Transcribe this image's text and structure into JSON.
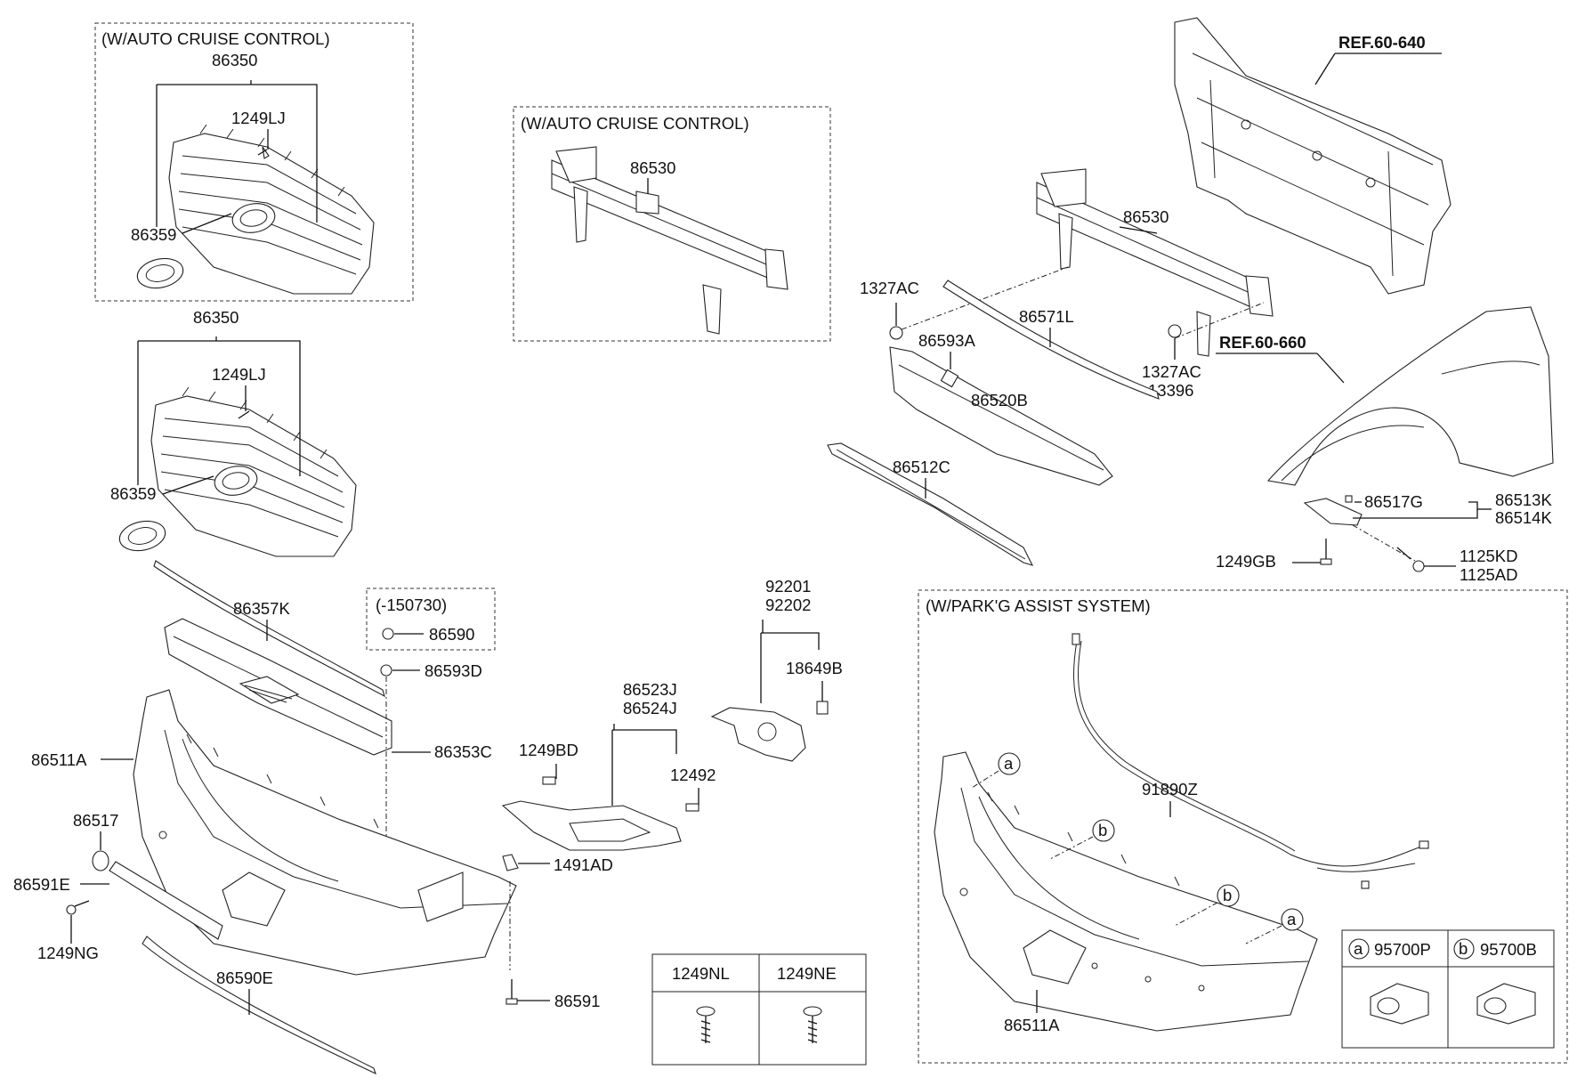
{
  "boxes": {
    "grille_acc": "(W/AUTO CRUISE CONTROL)",
    "beam_acc": "(W/AUTO CRUISE CONTROL)",
    "date_code": "(-150730)",
    "park_assist": "(W/PARK'G ASSIST SYSTEM)"
  },
  "refs": {
    "ref_640": "REF.60-640",
    "ref_660": "REF.60-660"
  },
  "labels": {
    "p86350_a": "86350",
    "p1249LJ_a": "1249LJ",
    "p86359_a": "86359",
    "p86350_b": "86350",
    "p1249LJ_b": "1249LJ",
    "p86359_b": "86359",
    "p86530_a": "86530",
    "p86530_b": "86530",
    "p1327AC_a": "1327AC",
    "p1327AC_b": "1327AC",
    "p13396": "13396",
    "p86571L": "86571L",
    "p86593A": "86593A",
    "p86520B": "86520B",
    "p86512C": "86512C",
    "p86517G": "86517G",
    "p86513K": "86513K",
    "p86514K": "86514K",
    "p1249GB": "1249GB",
    "p1125KD": "1125KD",
    "p1125AD": "1125AD",
    "p86357K": "86357K",
    "p86590": "86590",
    "p86593D": "86593D",
    "p86353C": "86353C",
    "p86511A_a": "86511A",
    "p86517": "86517",
    "p86591E": "86591E",
    "p1249NG": "1249NG",
    "p86590E": "86590E",
    "p1491AD": "1491AD",
    "p86591": "86591",
    "p1249BD": "1249BD",
    "p86523J": "86523J",
    "p86524J": "86524J",
    "p12492": "12492",
    "p92201": "92201",
    "p92202": "92202",
    "p18649B": "18649B",
    "p91890Z": "91890Z",
    "p86511A_b": "86511A"
  },
  "callouts": {
    "a": "a",
    "b": "b"
  },
  "screw_table": {
    "col1": "1249NL",
    "col2": "1249NE"
  },
  "sensor_table": {
    "a_key": "a",
    "a_part": "95700P",
    "b_key": "b",
    "b_part": "95700B"
  }
}
